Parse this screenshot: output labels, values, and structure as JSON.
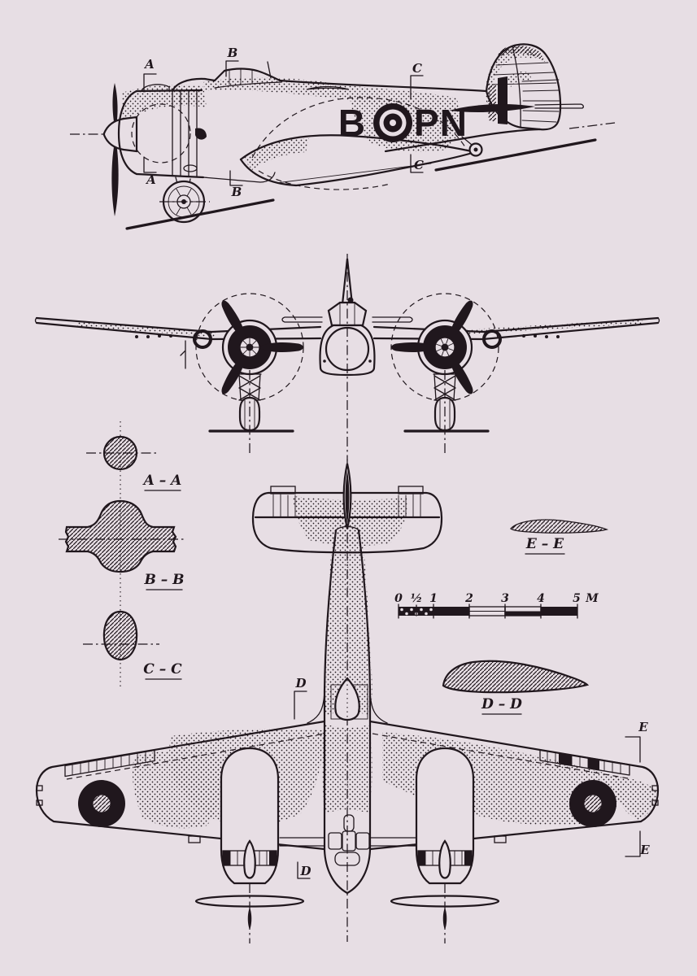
{
  "palette": {
    "background": "#e7dee4",
    "ink": "#20171d"
  },
  "side_view": {
    "code_left": "B",
    "code_right": "PN",
    "markers": {
      "a": "A",
      "b": "B",
      "c": "C"
    }
  },
  "cross_sections": {
    "aa_label": "A – A",
    "bb_label": "B – B",
    "cc_label": "C – C"
  },
  "airfoil_sections": {
    "ee_label": "E – E",
    "dd_label": "D – D"
  },
  "plan_view": {
    "markers": {
      "d": "D",
      "e": "E"
    }
  },
  "scale_bar": {
    "ticks": [
      "0",
      "½",
      "1",
      "2",
      "3",
      "4",
      "5"
    ],
    "unit": "M"
  }
}
